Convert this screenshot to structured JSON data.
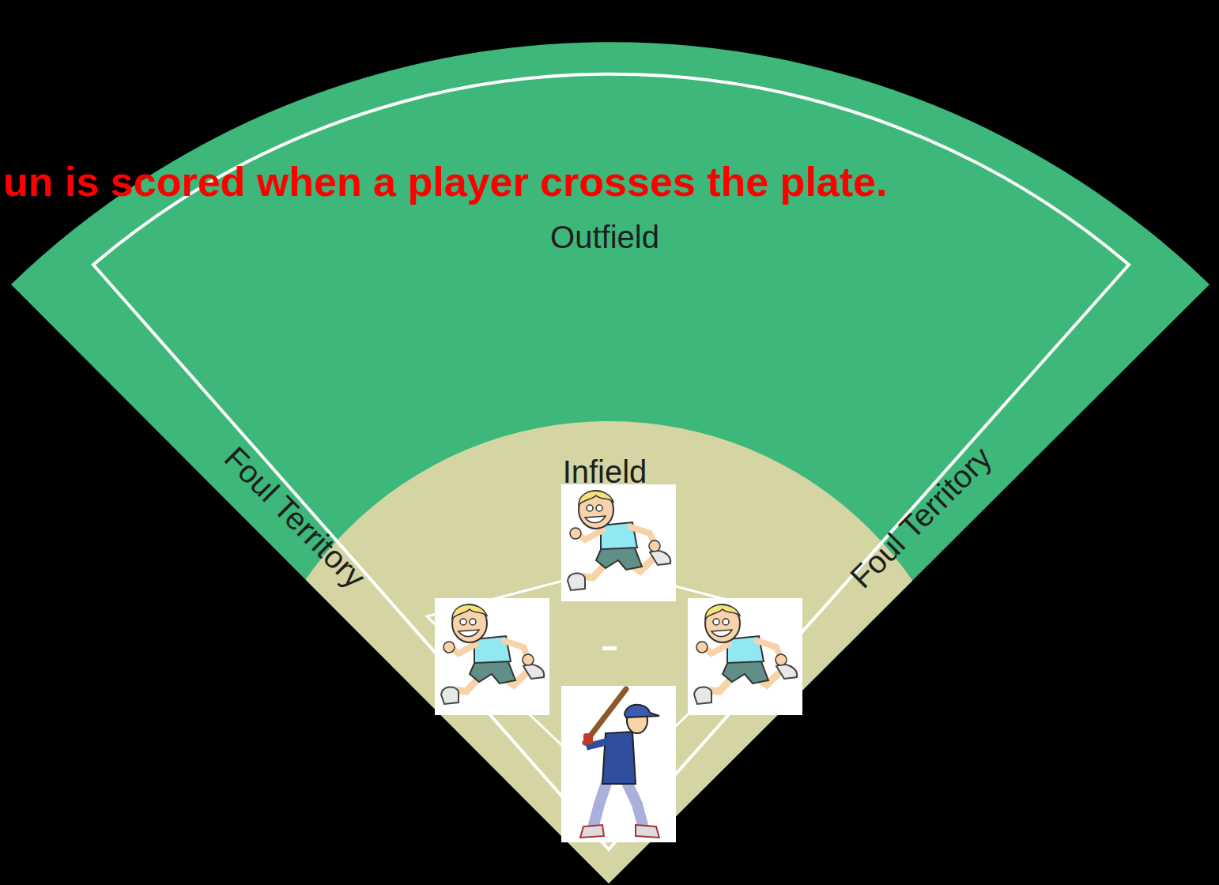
{
  "diagram": {
    "title": "un is scored when a player crosses the plate.",
    "labels": [
      "Outfield",
      "Infield",
      "Foul Territory",
      "Foul Territory"
    ]
  }
}
